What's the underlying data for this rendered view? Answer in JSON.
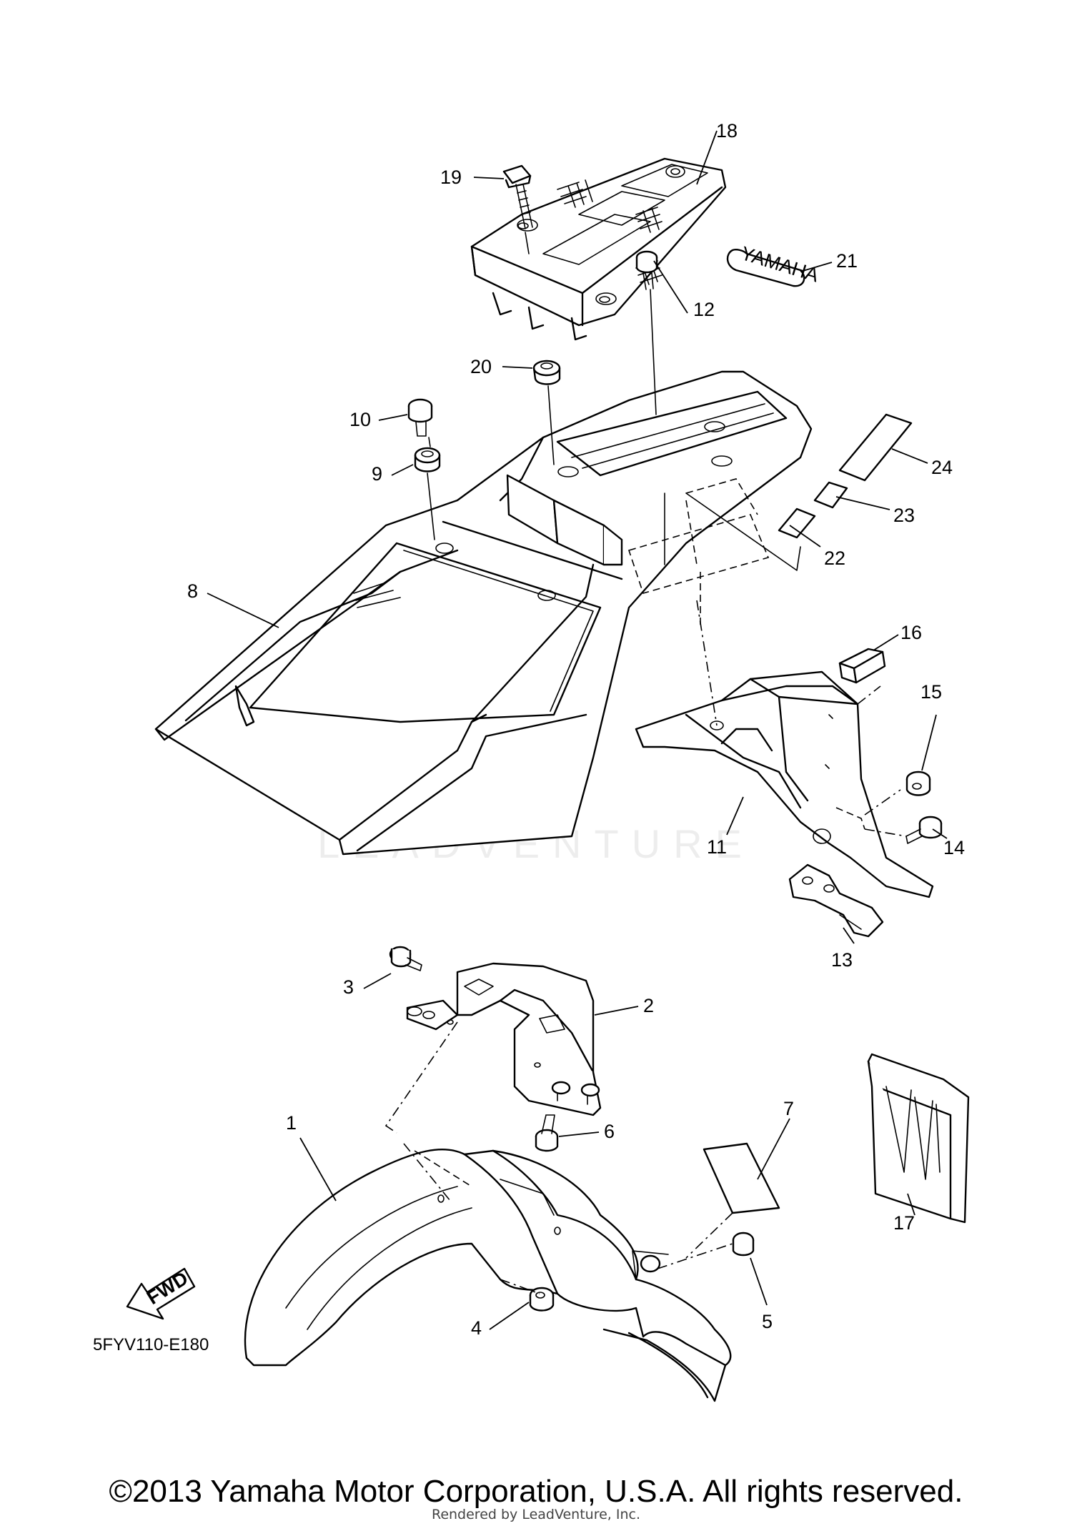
{
  "diagram": {
    "code": "5FYV110-E180",
    "direction_label": "FWD",
    "copyright": "©2013 Yamaha Motor Corporation, U.S.A. All rights reserved.",
    "rendered_by": "Rendered by LeadVenture, Inc.",
    "watermark": "LEADVENTURE",
    "decal_text": "YAMAHA"
  },
  "callouts": [
    {
      "id": "callout-1",
      "label": "1"
    },
    {
      "id": "callout-2",
      "label": "2"
    },
    {
      "id": "callout-3",
      "label": "3"
    },
    {
      "id": "callout-4",
      "label": "4"
    },
    {
      "id": "callout-5",
      "label": "5"
    },
    {
      "id": "callout-6",
      "label": "6"
    },
    {
      "id": "callout-7",
      "label": "7"
    },
    {
      "id": "callout-8",
      "label": "8"
    },
    {
      "id": "callout-9",
      "label": "9"
    },
    {
      "id": "callout-10",
      "label": "10"
    },
    {
      "id": "callout-11",
      "label": "11"
    },
    {
      "id": "callout-12",
      "label": "12"
    },
    {
      "id": "callout-13",
      "label": "13"
    },
    {
      "id": "callout-14",
      "label": "14"
    },
    {
      "id": "callout-15",
      "label": "15"
    },
    {
      "id": "callout-16",
      "label": "16"
    },
    {
      "id": "callout-17",
      "label": "17"
    },
    {
      "id": "callout-18",
      "label": "18"
    },
    {
      "id": "callout-19",
      "label": "19"
    },
    {
      "id": "callout-20",
      "label": "20"
    },
    {
      "id": "callout-21",
      "label": "21"
    },
    {
      "id": "callout-22",
      "label": "22"
    },
    {
      "id": "callout-23",
      "label": "23"
    },
    {
      "id": "callout-24",
      "label": "24"
    }
  ]
}
